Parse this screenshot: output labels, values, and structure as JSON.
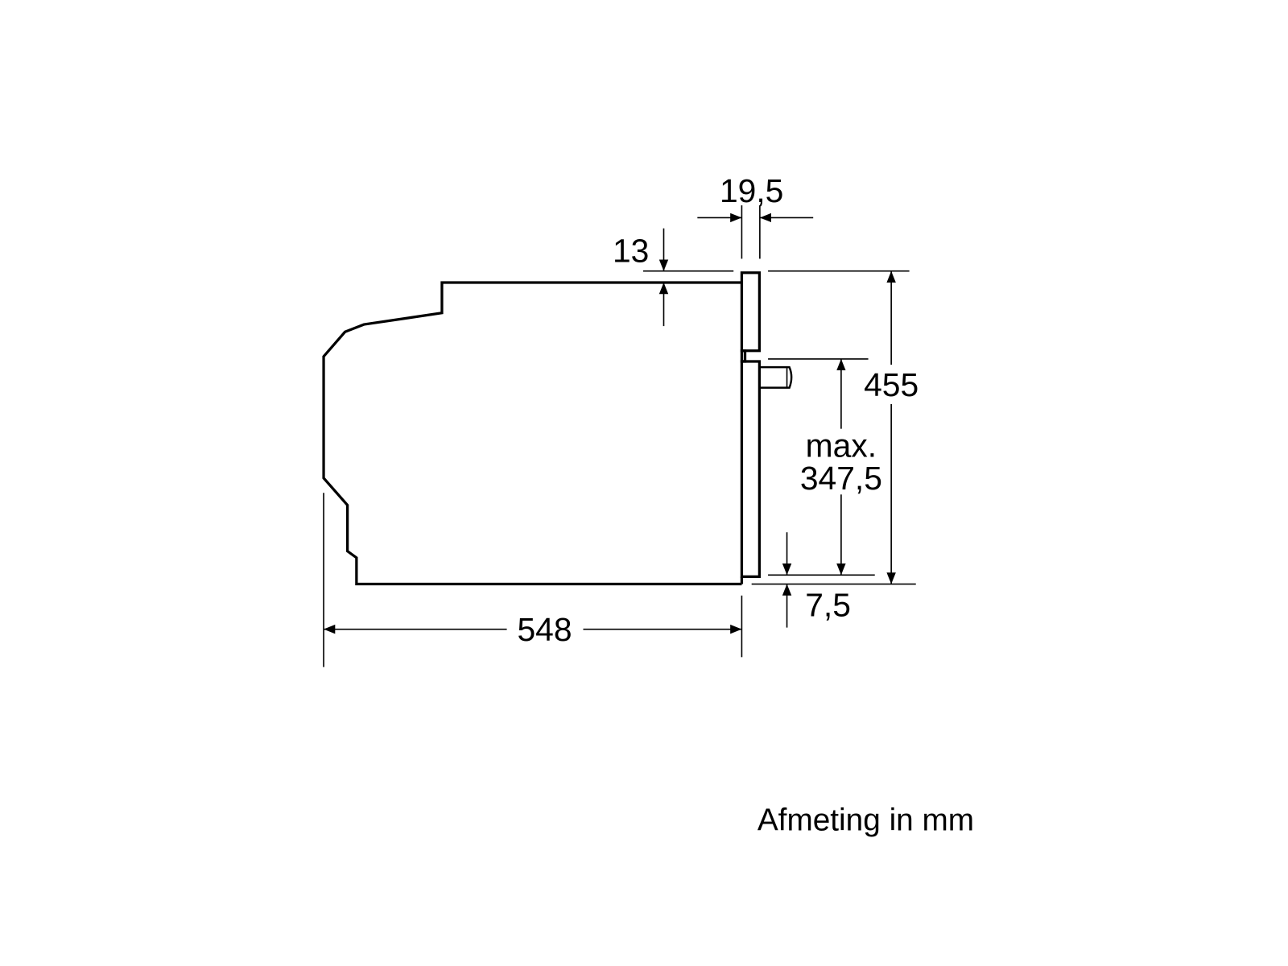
{
  "diagram": {
    "dimensions": {
      "depth": "548",
      "height": "455",
      "front_panel_thickness": "19,5",
      "top_offset": "13",
      "door_height_label": "max.",
      "door_height_value": "347,5",
      "bottom_offset": "7,5"
    },
    "caption": "Afmeting in mm"
  }
}
